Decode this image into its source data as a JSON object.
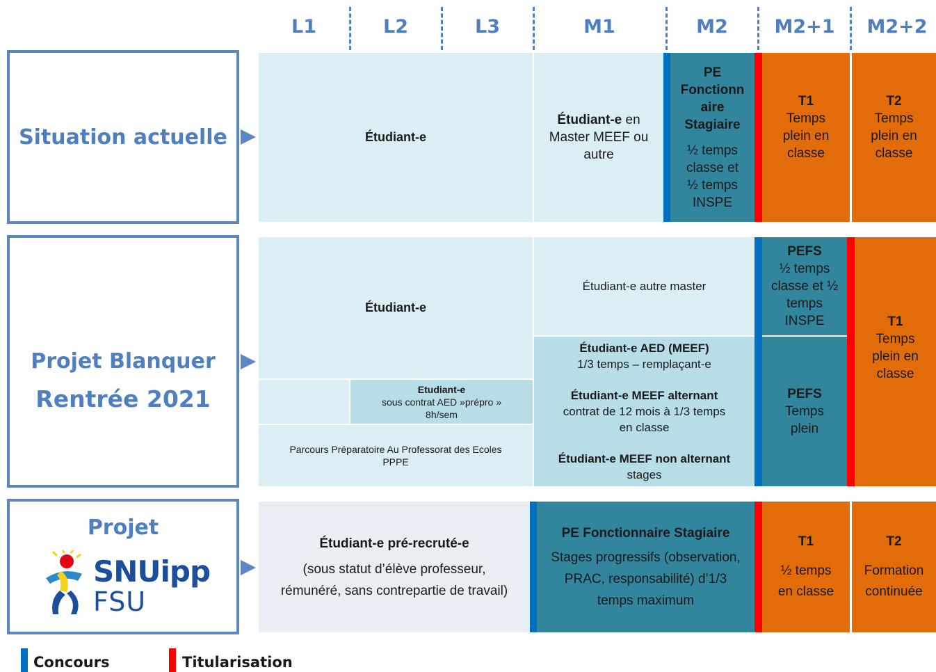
{
  "headers": [
    "L1",
    "L2",
    "L3",
    "M1",
    "M2",
    "M2+1",
    "M2+2"
  ],
  "rows": {
    "actuelle": {
      "label": "Situation actuelle",
      "etudiant": "Étudiant-e",
      "m1_bold": "Étudiant-e",
      "m1_rest1": " en",
      "m1_rest2": "Master MEEF ou",
      "m1_rest3": "autre",
      "m2_l1": "PE",
      "m2_l2": "Fonctionn",
      "m2_l3": "aire",
      "m2_l4": "Stagiaire",
      "m2_l5": "½ temps",
      "m2_l6": "classe et",
      "m2_l7": "½ temps",
      "m2_l8": "INSPE",
      "t1_title": "T1",
      "t1_l1": "Temps",
      "t1_l2": "plein en",
      "t1_l3": "classe",
      "t2_title": "T2",
      "t2_l1": "Temps",
      "t2_l2": "plein en",
      "t2_l3": "classe"
    },
    "blanquer": {
      "label1": "Projet Blanquer",
      "label2": "Rentrée 2021",
      "etudiant": "Étudiant-e",
      "aed_l1": "Etudiant-e",
      "aed_l2": "sous contrat AED »prépro »",
      "aed_l3": "8h/sem",
      "pppe_l1": "Parcours Préparatoire Au Professorat des Ecoles",
      "pppe_l2": "PPPE",
      "autre_master": "Étudiant-e autre master",
      "aed_meef": "Étudiant-e AED (MEEF)",
      "aed_meef_sub": "1/3 temps – remplaçant-e",
      "alternant": "Étudiant-e MEEF alternant",
      "alternant_sub1": "contrat de 12 mois à 1/3 temps",
      "alternant_sub2": "en classe",
      "non_alternant": "Étudiant-e MEEF non alternant",
      "non_alternant_sub": "stages",
      "pefs1_title": "PEFS",
      "pefs1_l1": "½ temps",
      "pefs1_l2": "classe et ½",
      "pefs1_l3": "temps",
      "pefs1_l4": "INSPE",
      "pefs2_title": "PEFS",
      "pefs2_l1": "Temps",
      "pefs2_l2": "plein",
      "t1_title": "T1",
      "t1_l1": "Temps",
      "t1_l2": "plein en",
      "t1_l3": "classe"
    },
    "snuipp": {
      "label": "Projet",
      "logo_text1": "SNUipp",
      "logo_text2": "FSU",
      "etudiant_title": "Étudiant-e pré-recruté-e",
      "etudiant_l1": "(sous statut d’élève professeur,",
      "etudiant_l2": "rémunéré, sans contrepartie de travail)",
      "pe_title": "PE Fonctionnaire Stagiaire",
      "pe_l1": "Stages progressifs (observation,",
      "pe_l2": "PRAC, responsabilité) d’1/3",
      "pe_l3": "temps maximum",
      "t1_title": "T1",
      "t1_l1": "½ temps",
      "t1_l2": "en classe",
      "t2_title": "T2",
      "t2_l1": "Formation",
      "t2_l2": "continuée"
    }
  },
  "legend": {
    "concours": "Concours",
    "titularisation": "Titularisation"
  },
  "colors": {
    "light": "#daeef3",
    "teal": "#31859c",
    "orange": "#e36c0a",
    "blue": "#0070c0",
    "red": "#ff0000",
    "header": "#4f7fbf"
  }
}
